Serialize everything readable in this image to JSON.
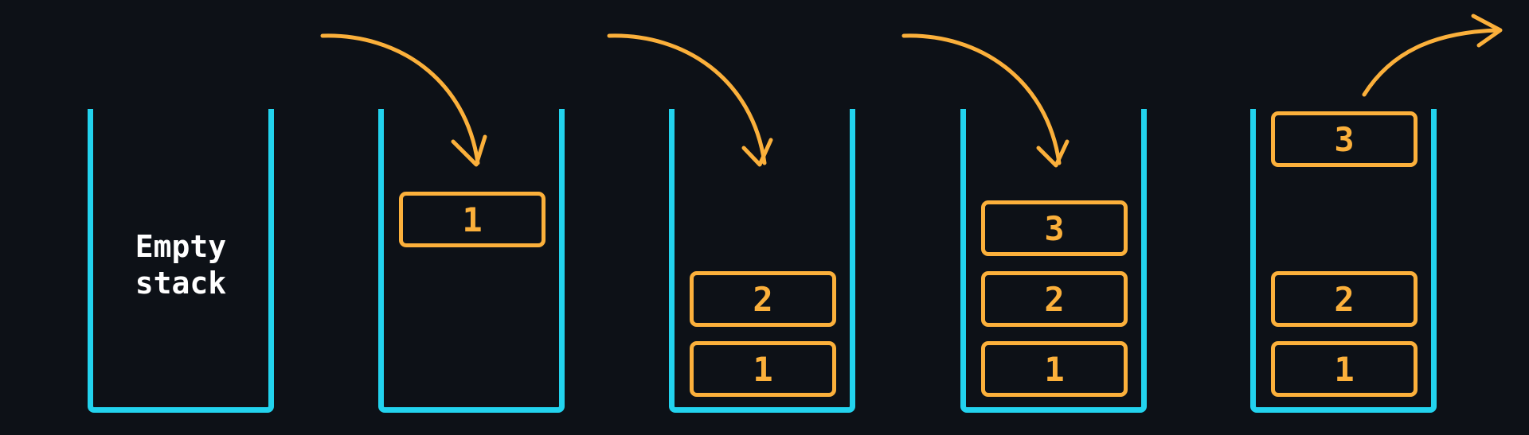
{
  "diagram": {
    "colors": {
      "background": "#0d1117",
      "stack_outline": "#22d3ee",
      "item": "#fbb03b",
      "label": "#ffffff"
    },
    "empty_label_line1": "Empty",
    "empty_label_line2": "stack",
    "stacks": [
      {
        "items": []
      },
      {
        "items": [
          "1"
        ]
      },
      {
        "items": [
          "1",
          "2"
        ]
      },
      {
        "items": [
          "1",
          "2",
          "3"
        ]
      },
      {
        "items": [
          "1",
          "2",
          "3"
        ]
      }
    ],
    "arrows": [
      {
        "direction": "push-in"
      },
      {
        "direction": "push-in"
      },
      {
        "direction": "push-in"
      },
      {
        "direction": "pop-out"
      }
    ]
  }
}
